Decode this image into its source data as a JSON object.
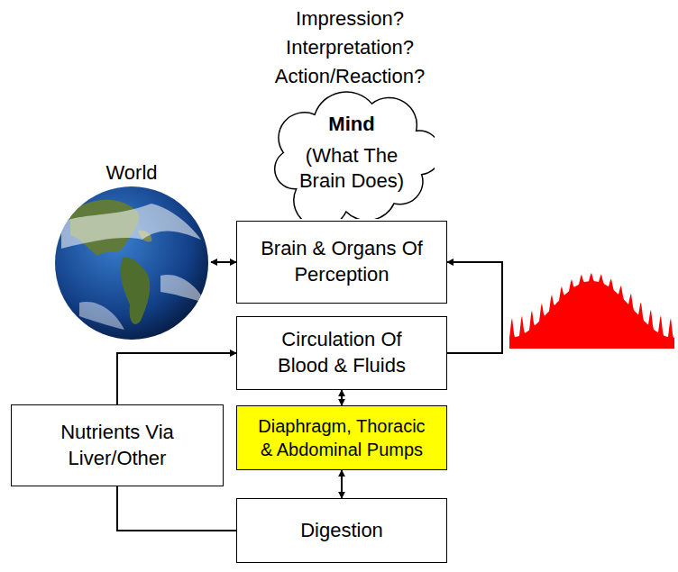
{
  "diagram": {
    "nodes": [
      {
        "text": [
          "Mind",
          "(What The Brain Does)"
        ]
      },
      {
        "text": [
          "World"
        ]
      },
      {
        "text": [
          "Brain & Organs Of Perception"
        ]
      },
      {
        "text": [
          "Circulation Of Blood & Fluids"
        ]
      },
      {
        "text": [
          "Nutrients Via Liver/Other"
        ]
      },
      {
        "text": [
          "Diaphragm, Thoracic & Abdominal Pumps"
        ]
      },
      {
        "text": [
          "Digestion"
        ]
      }
    ],
    "edges": [
      {
        "from": 1,
        "to": 2,
        "arrow": "both"
      },
      {
        "from": 3,
        "to": 2,
        "arrow": "to"
      },
      {
        "from": 3,
        "to": 5,
        "arrow": "both"
      },
      {
        "from": 5,
        "to": 6,
        "arrow": "both"
      },
      {
        "from": 6,
        "to": 4,
        "arrow": "none"
      },
      {
        "from": 4,
        "to": 3,
        "arrow": "to"
      }
    ],
    "labels": [
      "Impression?",
      "Interpretation?",
      "Action/Reaction?"
    ]
  }
}
